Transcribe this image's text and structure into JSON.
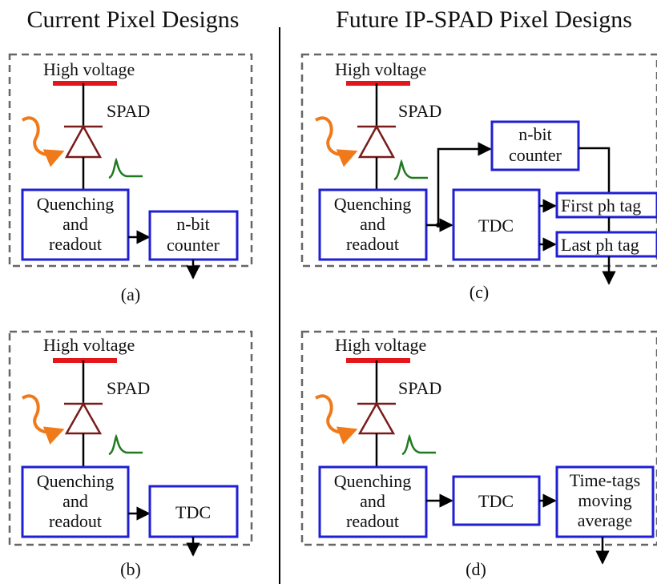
{
  "headers": {
    "left": "Current Pixel Designs",
    "right": "Future IP-SPAD Pixel Designs"
  },
  "colors": {
    "dashed": "#666666",
    "box": "#1f1fd6",
    "hv": "#e3161c",
    "diode": "#7a1b1b",
    "photon": "#f07a1a",
    "pulse": "#1f7a1f",
    "wire": "#000000"
  },
  "icons": {
    "photon": "photon-wave-arrow-icon",
    "diode": "spad-diode-icon",
    "pulse": "avalanche-pulse-icon"
  },
  "panels": {
    "a": {
      "hv": "High voltage",
      "spad": "SPAD",
      "quench": [
        "Quenching",
        "and",
        "readout"
      ],
      "counter": [
        "n-bit",
        "counter"
      ],
      "caption": "(a)"
    },
    "b": {
      "hv": "High voltage",
      "spad": "SPAD",
      "quench": [
        "Quenching",
        "and",
        "readout"
      ],
      "tdc": "TDC",
      "caption": "(b)"
    },
    "c": {
      "hv": "High voltage",
      "spad": "SPAD",
      "quench": [
        "Quenching",
        "and",
        "readout"
      ],
      "counter": [
        "n-bit",
        "counter"
      ],
      "tdc": "TDC",
      "first": "First ph tag",
      "last": "Last ph tag",
      "caption": "(c)"
    },
    "d": {
      "hv": "High voltage",
      "spad": "SPAD",
      "quench": [
        "Quenching",
        "and",
        "readout"
      ],
      "tdc": "TDC",
      "avg": [
        "Time-tags",
        "moving",
        "average"
      ],
      "caption": "(d)"
    }
  }
}
